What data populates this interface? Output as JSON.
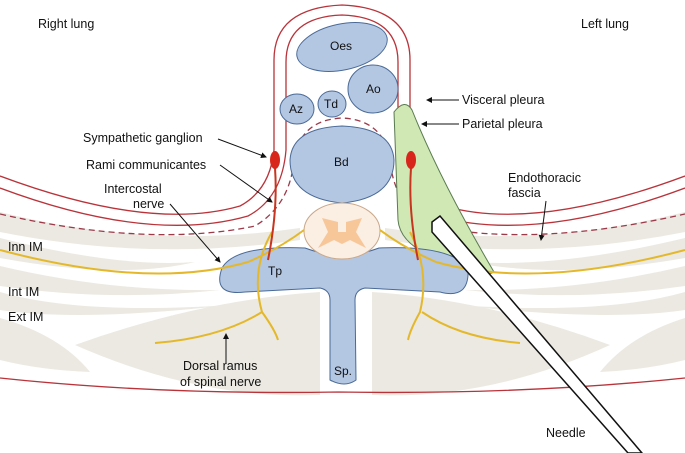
{
  "title": "Thoracic paravertebral block cross-section",
  "labels": {
    "right_lung": "Right lung",
    "left_lung": "Left lung",
    "sympathetic_ganglion": "Sympathetic ganglion",
    "rami_communicantes": "Rami communicantes",
    "intercostal_nerve_1": "Intercostal",
    "intercostal_nerve_2": "nerve",
    "inn_im": "Inn IM",
    "int_im": "Int IM",
    "ext_im": "Ext IM",
    "dorsal_ramus_1": "Dorsal ramus",
    "dorsal_ramus_2": "of spinal nerve",
    "visceral_pleura": "Visceral pleura",
    "parietal_pleura": "Parietal pleura",
    "endothoracic_1": "Endothoracic",
    "endothoracic_2": "fascia",
    "needle": "Needle"
  },
  "structures": {
    "oes": "Oes",
    "ao": "Ao",
    "az": "Az",
    "td": "Td",
    "bd": "Bd",
    "tp": "Tp",
    "sp": "Sp."
  },
  "colors": {
    "pleura": "#b8343a",
    "organ_fill": "#b3c7e3",
    "organ_stroke": "#4a6a96",
    "muscle": "#ebe9e1",
    "nerve": "#e4b82a",
    "ganglion": "#d9261c",
    "paravertebral": "#cfe8b4",
    "cord": "#f7d9bc"
  }
}
